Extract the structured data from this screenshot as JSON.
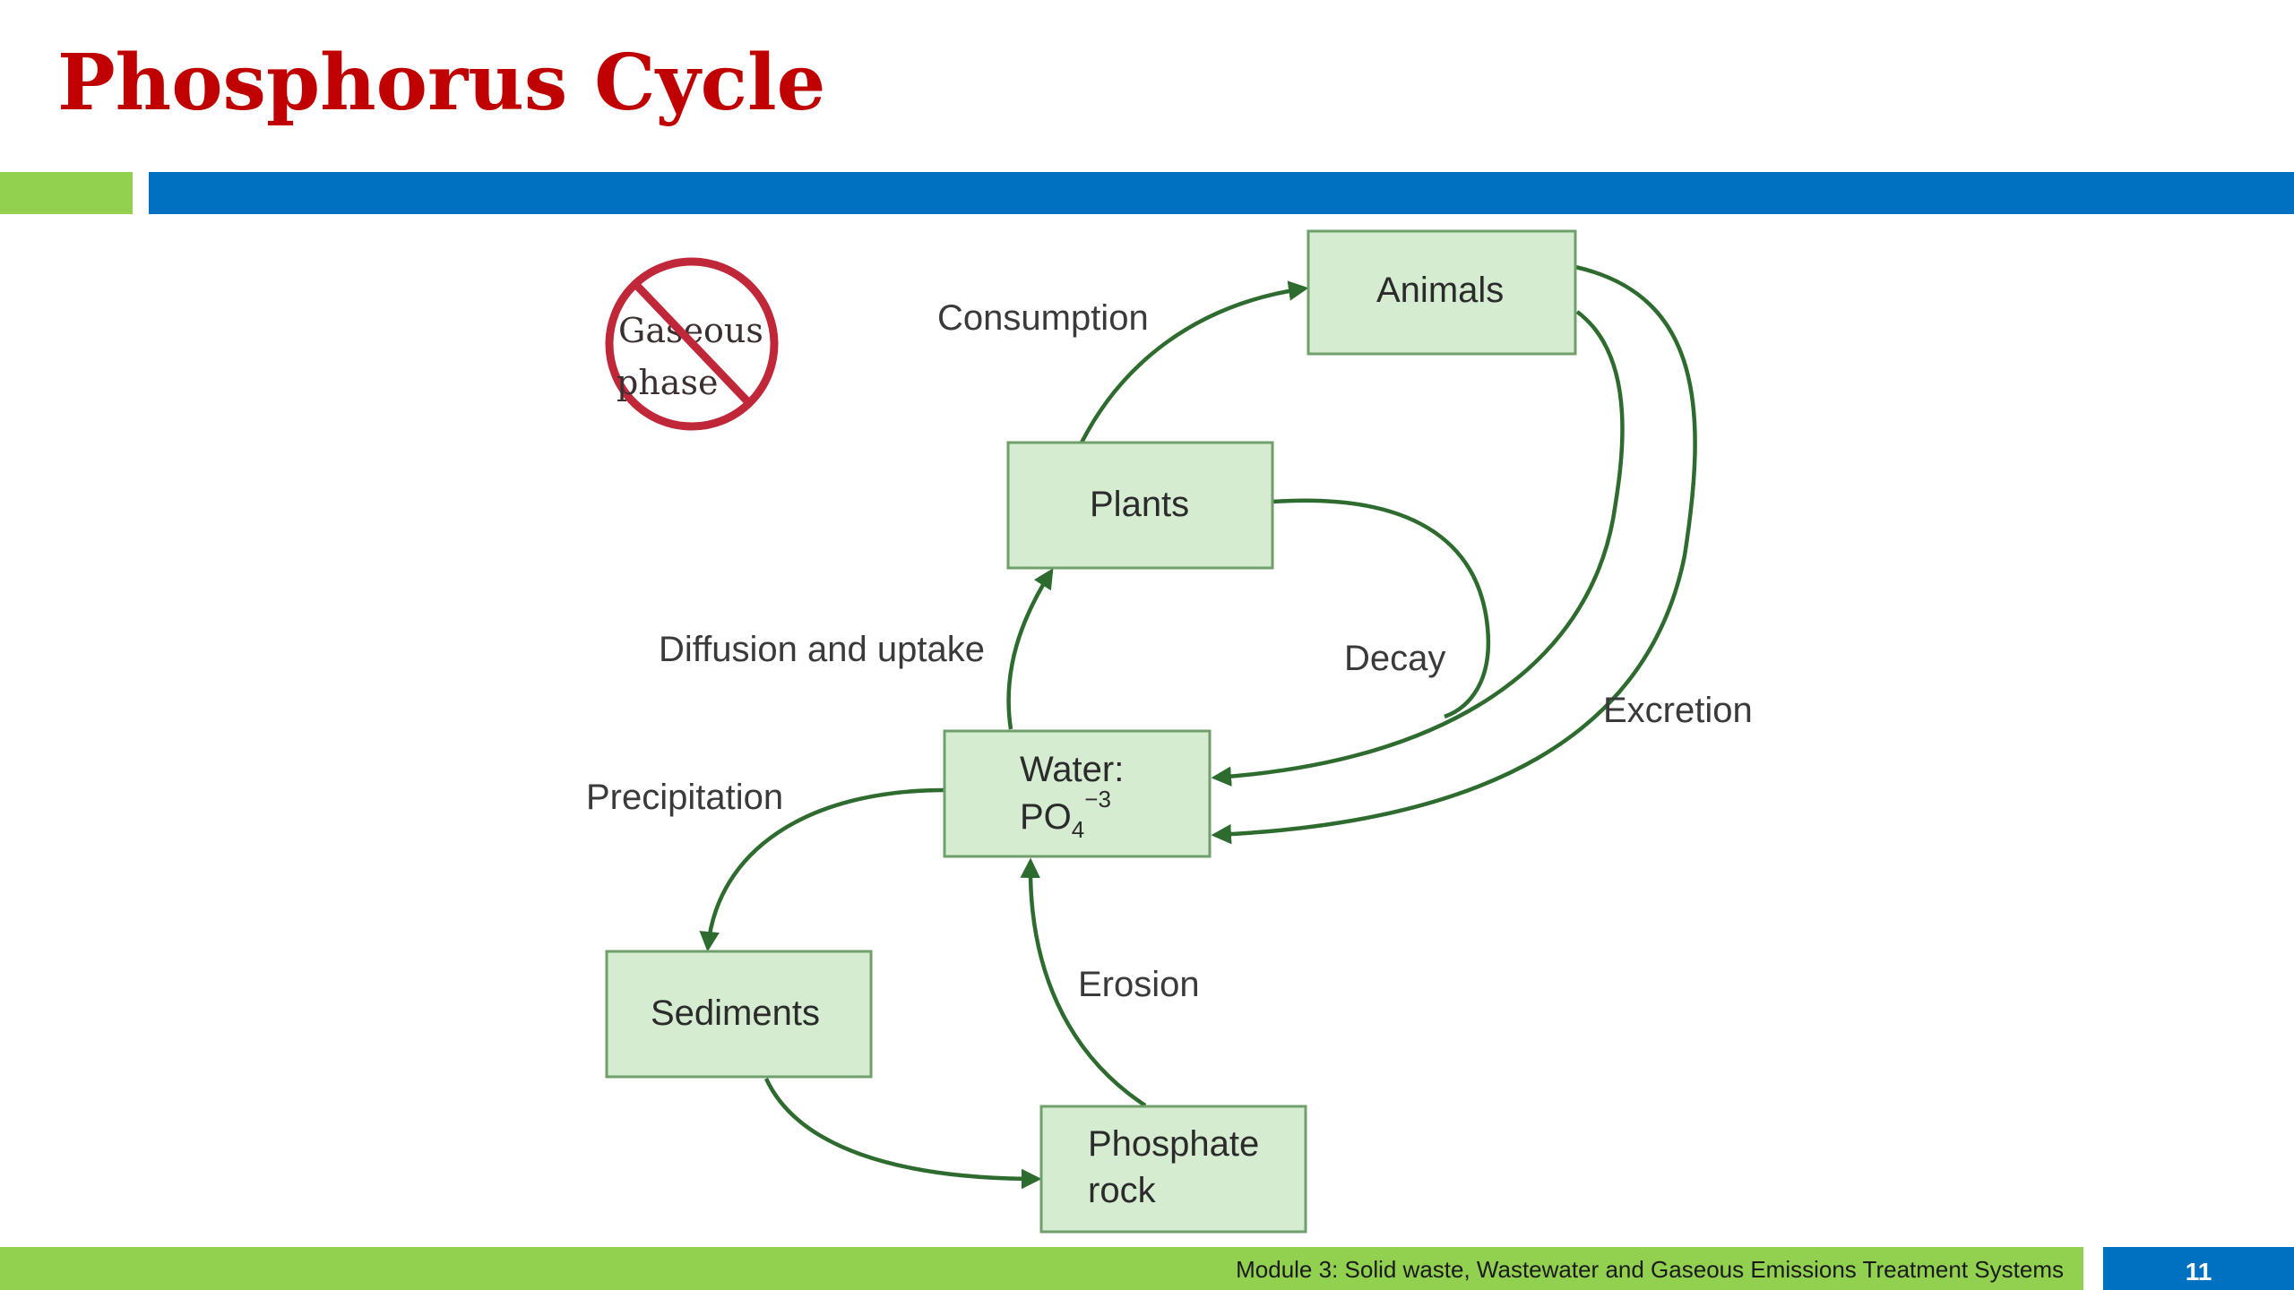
{
  "slide": {
    "title": "Phosphorus Cycle",
    "footer_text": "Module 3: Solid waste, Wastewater and Gaseous Emissions Treatment Systems",
    "page_number": "11"
  },
  "colors": {
    "title": "#c00000",
    "accent_green": "#92d050",
    "accent_blue": "#0070c0",
    "box_fill": "#d5ecd0",
    "arrow": "#2e6b2e",
    "stamp": "#c0283a"
  },
  "diagram": {
    "nodes": {
      "animals": "Animals",
      "plants": "Plants",
      "water_line1": "Water:",
      "water_line2": "PO",
      "water_sub": "4",
      "water_sup": "−3",
      "sediments": "Sediments",
      "phosphate_line1": "Phosphate",
      "phosphate_line2": "rock"
    },
    "edges": {
      "consumption": "Consumption",
      "diffusion": "Diffusion and uptake",
      "decay": "Decay",
      "excretion": "Excretion",
      "precipitation": "Precipitation",
      "erosion": "Erosion"
    },
    "stamp": {
      "line1": "Gaseous",
      "line2": "phase"
    }
  }
}
